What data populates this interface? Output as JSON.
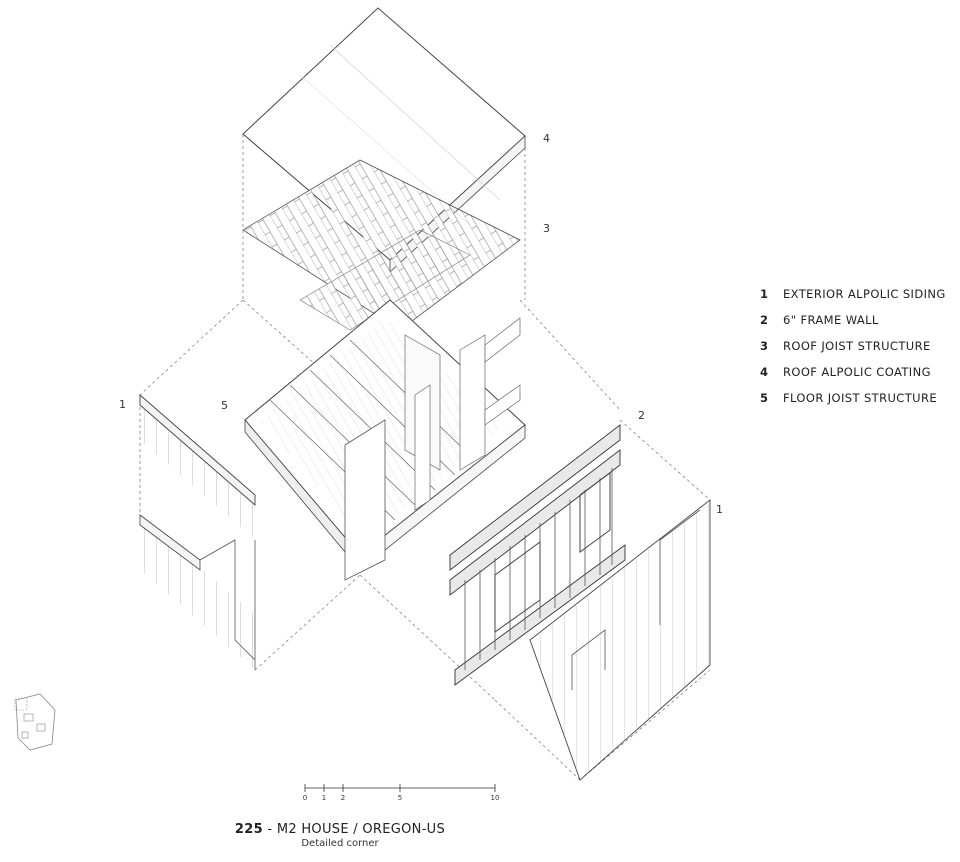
{
  "callouts": {
    "roof_coating": "4",
    "roof_joist": "3",
    "siding_left": "1",
    "floor_joist": "5",
    "frame_wall": "2",
    "siding_right": "1"
  },
  "legend": {
    "items": [
      {
        "num": "1",
        "label": "EXTERIOR ALPOLIC SIDING"
      },
      {
        "num": "2",
        "label": "6\" FRAME WALL"
      },
      {
        "num": "3",
        "label": "ROOF JOIST STRUCTURE"
      },
      {
        "num": "4",
        "label": "ROOF ALPOLIC COATING"
      },
      {
        "num": "5",
        "label": "FLOOR JOIST STRUCTURE"
      }
    ]
  },
  "scale": {
    "ticks": [
      "0",
      "1",
      "2",
      "5",
      "10"
    ],
    "values": [
      0,
      1,
      2,
      5,
      10
    ]
  },
  "title": {
    "number": "225",
    "separator": " - ",
    "name": "M2 HOUSE / OREGON-US",
    "subtitle": "Detailed corner"
  },
  "colors": {
    "line": "#555555",
    "light_line": "#bbbbbb",
    "dash": "#777777"
  }
}
